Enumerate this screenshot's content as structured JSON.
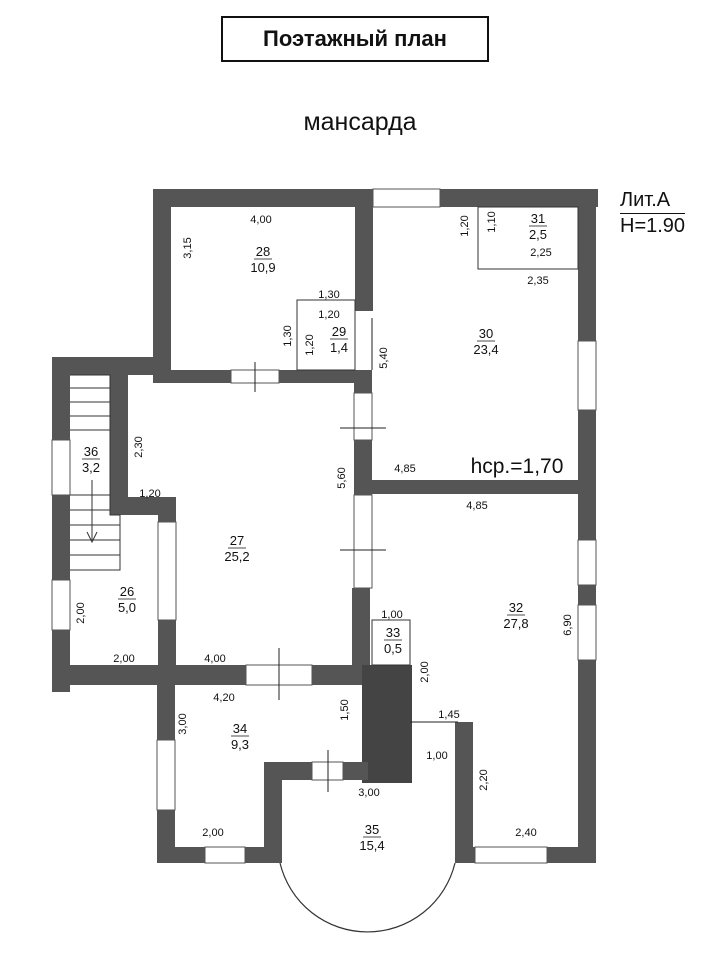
{
  "header": {
    "title": "Поэтажный план",
    "subtitle": "мансарда",
    "lit_label": "Лит.А",
    "height_label": "H=1.90"
  },
  "average_height_label": "hср.=1,70",
  "rooms": [
    {
      "id": "28",
      "area": "10,9"
    },
    {
      "id": "29",
      "area": "1,4"
    },
    {
      "id": "30",
      "area": "23,4"
    },
    {
      "id": "31",
      "area": "2,5"
    },
    {
      "id": "27",
      "area": "25,2"
    },
    {
      "id": "36",
      "area": "3,2"
    },
    {
      "id": "26",
      "area": "5,0"
    },
    {
      "id": "32",
      "area": "27,8"
    },
    {
      "id": "33",
      "area": "0,5"
    },
    {
      "id": "34",
      "area": "9,3"
    },
    {
      "id": "35",
      "area": "15,4"
    }
  ],
  "dimensions": [
    "4,00",
    "3,15",
    "1,30",
    "1,20",
    "1,30",
    "1,20",
    "1,20",
    "1,10",
    "2,25",
    "2,35",
    "5,40",
    "2,30",
    "1,20",
    "5,60",
    "4,85",
    "4,85",
    "2,00",
    "2,00",
    "4,00",
    "1,00",
    "2,00",
    "6,90",
    "4,20",
    "1,50",
    "3,00",
    "1,45",
    "1,00",
    "3,00",
    "2,20",
    "2,00",
    "2,40"
  ]
}
